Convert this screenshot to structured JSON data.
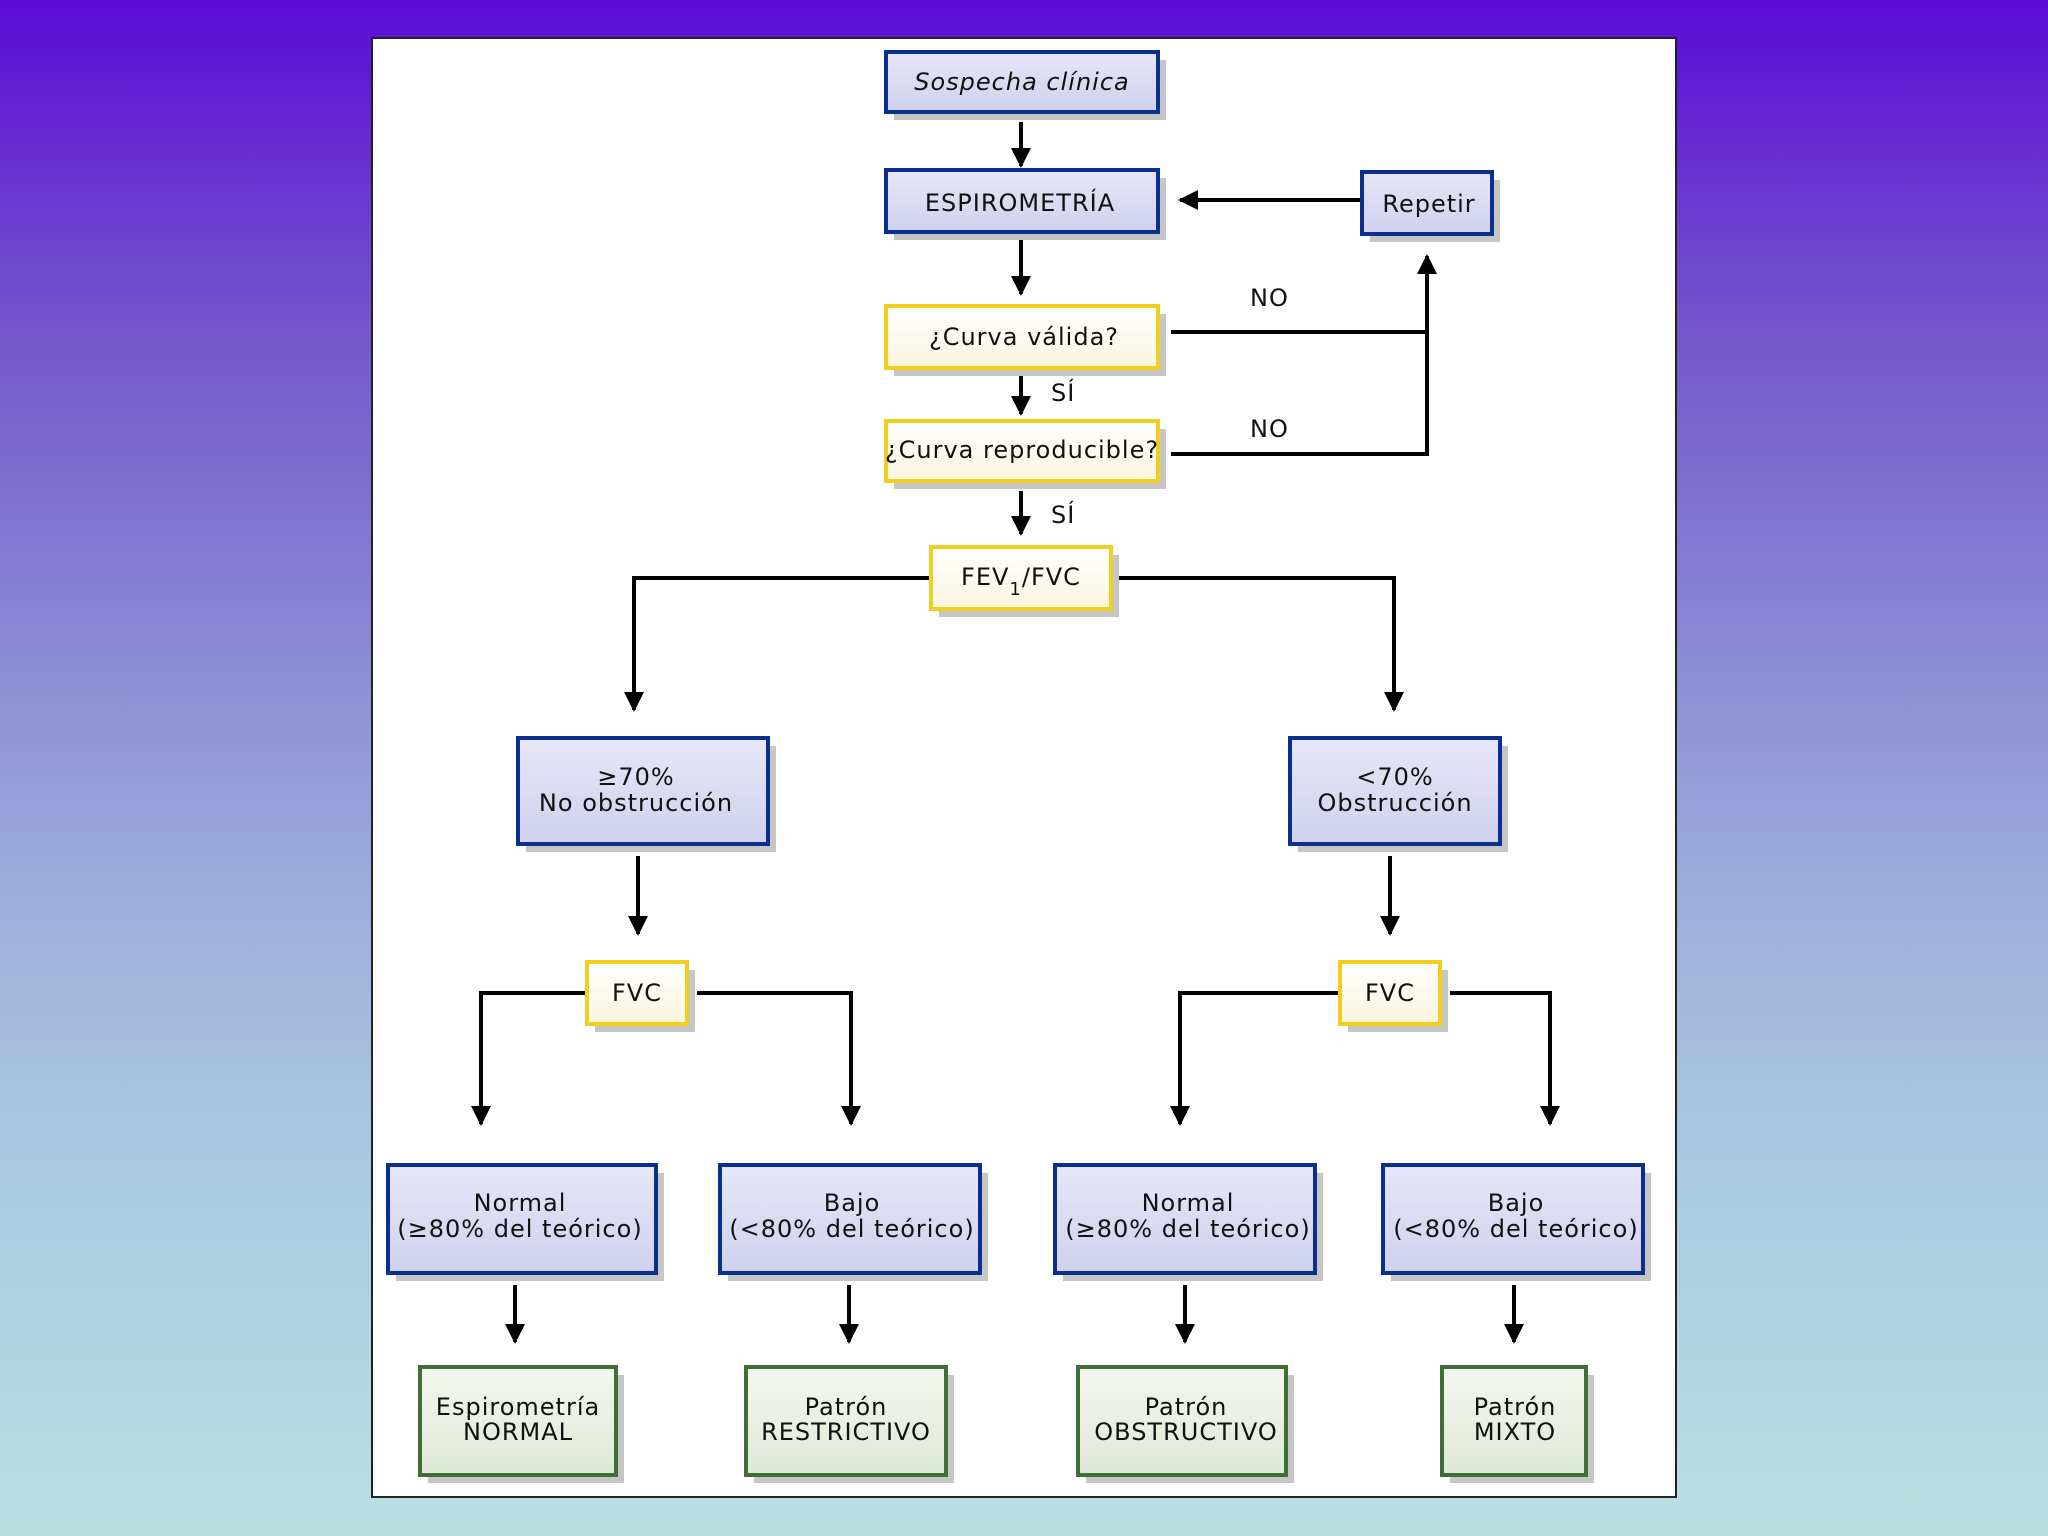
{
  "colors": {
    "blue_border": "#0b2f8f",
    "yellow_border": "#f2cf1f",
    "green_border": "#3f6e36",
    "shadow": "#c6c6c6",
    "line": "#000000"
  },
  "nodes": {
    "sospecha": "Sospecha clínica",
    "espirometria": "ESPIROMETRÍA",
    "repetir": "Repetir",
    "curva_valida": "¿Curva válida?",
    "curva_reproducible": "¿Curva reproducible?",
    "fev1fvc": {
      "main": "FEV",
      "sub": "1",
      "rest": "/FVC"
    },
    "no_obstruccion": {
      "line1": "≥70%",
      "line2": "No obstrucción"
    },
    "obstruccion": {
      "line1": "<70%",
      "line2": "Obstrucción"
    },
    "fvc_left": "FVC",
    "fvc_right": "FVC",
    "normal_left": {
      "line1": "Normal",
      "line2": "(≥80% del teórico)"
    },
    "bajo_left": {
      "line1": "Bajo",
      "line2": "(<80% del teórico)"
    },
    "normal_right": {
      "line1": "Normal",
      "line2": "(≥80% del teórico)"
    },
    "bajo_right": {
      "line1": "Bajo",
      "line2": "(<80% del teórico)"
    },
    "res_normal": {
      "line1": "Espirometría",
      "line2": "NORMAL"
    },
    "res_restrictivo": {
      "line1": "Patrón",
      "line2": "RESTRICTIVO"
    },
    "res_obstructivo": {
      "line1": "Patrón",
      "line2": "OBSTRUCTIVO"
    },
    "res_mixto": {
      "line1": "Patrón",
      "line2": "MIXTO"
    }
  },
  "labels": {
    "no_1": "NO",
    "no_2": "NO",
    "si_1": "SÍ",
    "si_2": "SÍ"
  }
}
